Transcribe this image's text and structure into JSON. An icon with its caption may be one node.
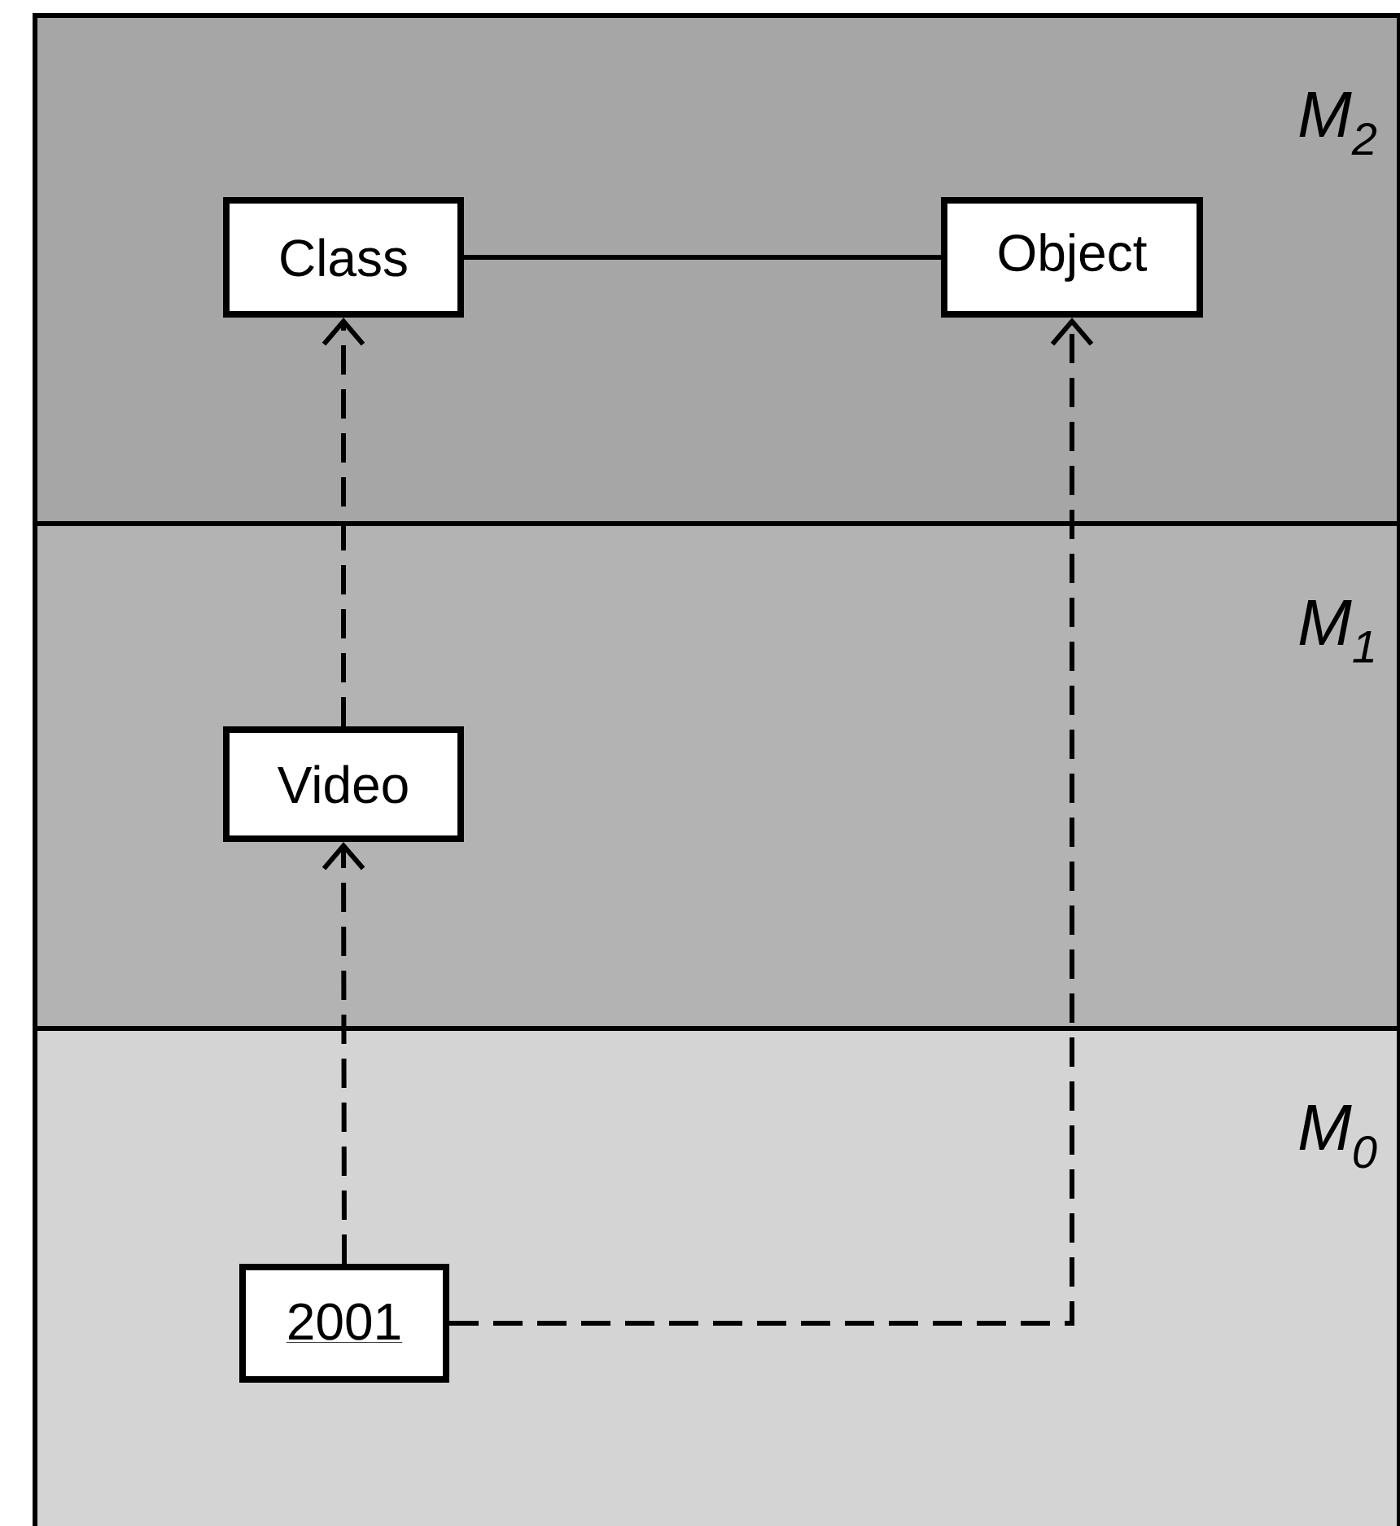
{
  "diagram": {
    "nodes": [
      {
        "text": [
          "M$_{2}$"
        ]
      },
      {
        "text": [
          "Class"
        ],
        "in": 0
      },
      {
        "text": [
          "Object"
        ],
        "in": 0
      },
      {
        "text": [
          "M$_{1}$"
        ]
      },
      {
        "text": [
          "Video"
        ],
        "in": 3
      },
      {
        "text": [
          "M$_{0}$"
        ]
      },
      {
        "text": [
          "2001"
        ],
        "in": 5
      }
    ],
    "edges": [
      {
        "from": 1,
        "to": 2,
        "arrow": "none"
      },
      {
        "from": 4,
        "to": 1,
        "arrow": "to",
        "style": "dashed"
      },
      {
        "from": 6,
        "to": 4,
        "arrow": "to",
        "style": "dashed"
      },
      {
        "from": 6,
        "to": 2,
        "arrow": "to",
        "style": "dashed"
      }
    ]
  }
}
